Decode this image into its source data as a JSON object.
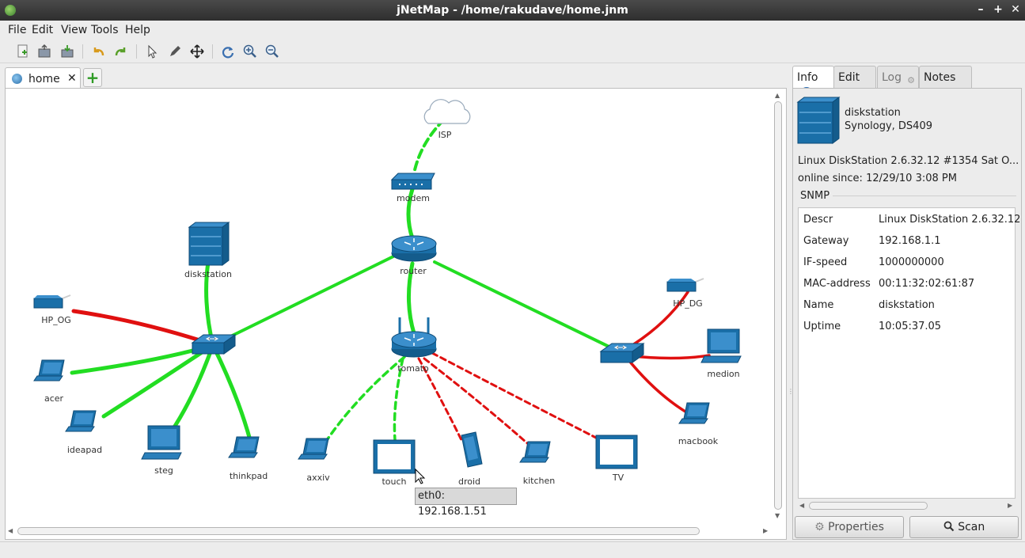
{
  "window": {
    "title": "jNetMap - /home/rakudave/home.jnm",
    "minimize": "–",
    "maximize": "+",
    "close": "✕"
  },
  "menu": [
    "File",
    "Edit",
    "View",
    "Tools",
    "Help"
  ],
  "toolbar": {
    "icons": [
      "new-file-icon",
      "open-icon",
      "save-icon",
      "undo-icon",
      "redo-icon",
      "select-icon",
      "pen-icon",
      "move-icon",
      "refresh-icon",
      "zoom-in-icon",
      "zoom-out-icon"
    ]
  },
  "tabs": {
    "home_label": "home",
    "close_glyph": "✕",
    "add_glyph": "+"
  },
  "map": {
    "nodes": {
      "isp": "ISP",
      "modem": "modem",
      "router": "router",
      "diskstation": "diskstation",
      "hp_og": "HP_OG",
      "acer": "acer",
      "ideapad": "ideapad",
      "steg": "steg",
      "thinkpad": "thinkpad",
      "tomato": "tomato",
      "axxiv": "axxiv",
      "touch": "touch",
      "droid": "droid",
      "kitchen": "kitchen",
      "tv": "TV",
      "hp_dg": "HP_DG",
      "medion": "medion",
      "macbook": "macbook"
    },
    "colors": {
      "up": "#22dd22",
      "down": "#e01010",
      "device": "#1a6fa8"
    },
    "tooltip": "eth0: 192.168.1.51"
  },
  "panel": {
    "tabs": {
      "info": "Info",
      "edit": "Edit",
      "log": "Log",
      "notes": "Notes"
    },
    "device": {
      "name": "diskstation",
      "model": "Synology, DS409",
      "system": "Linux DiskStation 2.6.32.12 #1354 Sat O...",
      "online": "online since: 12/29/10 3:08 PM"
    },
    "snmp_title": "SNMP",
    "snmp": [
      {
        "key": "Descr",
        "value": "Linux DiskStation 2.6.32.12"
      },
      {
        "key": "Gateway",
        "value": "192.168.1.1"
      },
      {
        "key": "IF-speed",
        "value": "1000000000"
      },
      {
        "key": "MAC-address",
        "value": "00:11:32:02:61:87"
      },
      {
        "key": "Name",
        "value": "diskstation"
      },
      {
        "key": "Uptime",
        "value": "10:05:37.05"
      }
    ],
    "buttons": {
      "properties": "Properties",
      "scan": "Scan"
    }
  }
}
